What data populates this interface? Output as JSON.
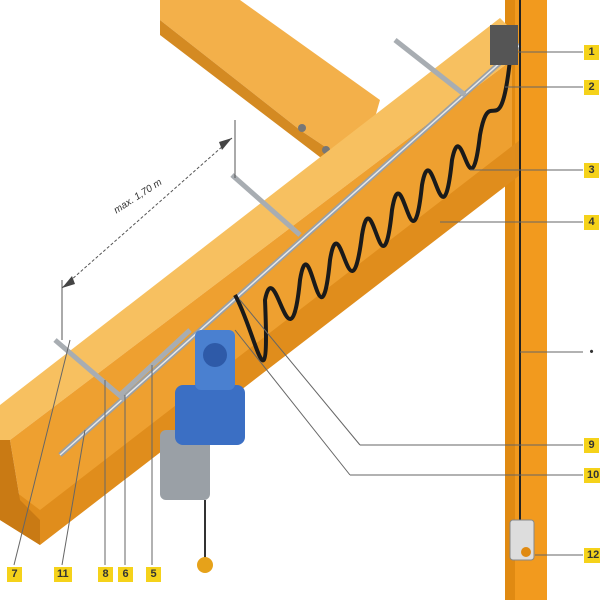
{
  "dimension_label": "max. 1,70 m",
  "callouts_right": [
    {
      "label": "1"
    },
    {
      "label": "2"
    },
    {
      "label": "3"
    },
    {
      "label": "4"
    },
    {
      "label": "•"
    },
    {
      "label": "9"
    },
    {
      "label": "10"
    },
    {
      "label": "12"
    }
  ],
  "callouts_bottom": [
    {
      "label": "7"
    },
    {
      "label": "11"
    },
    {
      "label": "8"
    },
    {
      "label": "6"
    },
    {
      "label": "5"
    }
  ],
  "colors": {
    "beam": "#f0a028",
    "beam_dark": "#d98a1a",
    "column": "#f29a1e",
    "hoist": "#3b6fc4",
    "label_bg": "#f5d21a"
  }
}
